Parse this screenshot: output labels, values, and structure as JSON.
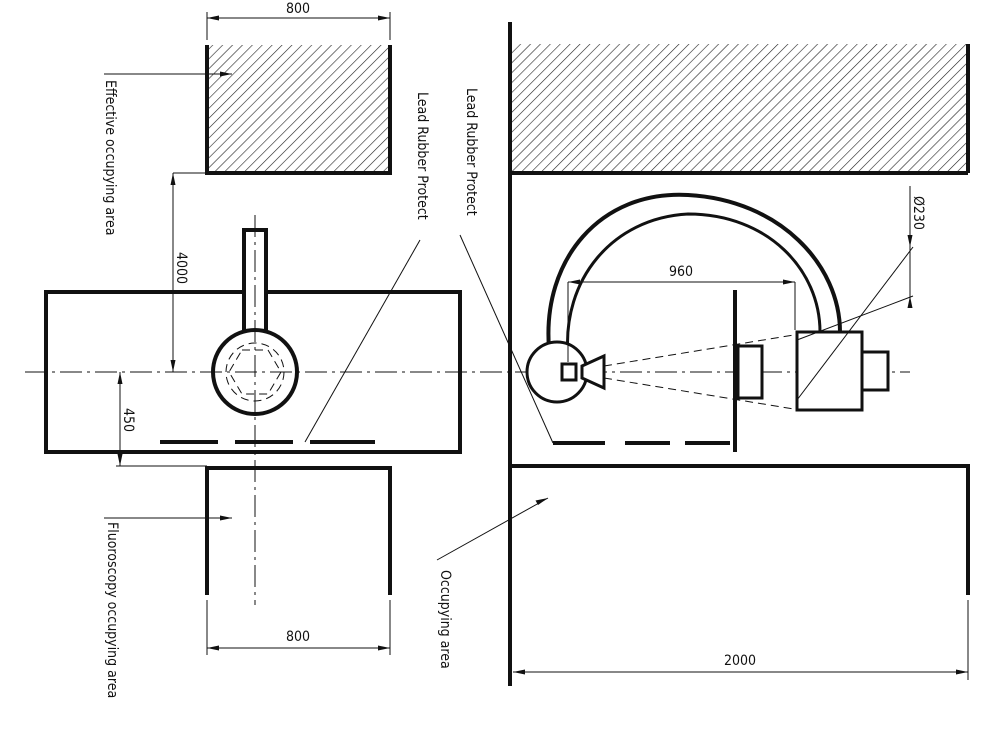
{
  "labels": {
    "effective_area": "Effective occupying area",
    "lead_rubber_1": "Lead Rubber Protect",
    "lead_rubber_2": "Lead Rubber Protect",
    "fluoroscopy_area": "Fluoroscopy occupying area",
    "occupying_area": "Occupying area"
  },
  "dimensions": {
    "top_width": "800",
    "bottom_width": "800",
    "height_4000": "4000",
    "offset_450": "450",
    "arc_span": "960",
    "diameter": "Ø230",
    "right_width": "2000"
  }
}
